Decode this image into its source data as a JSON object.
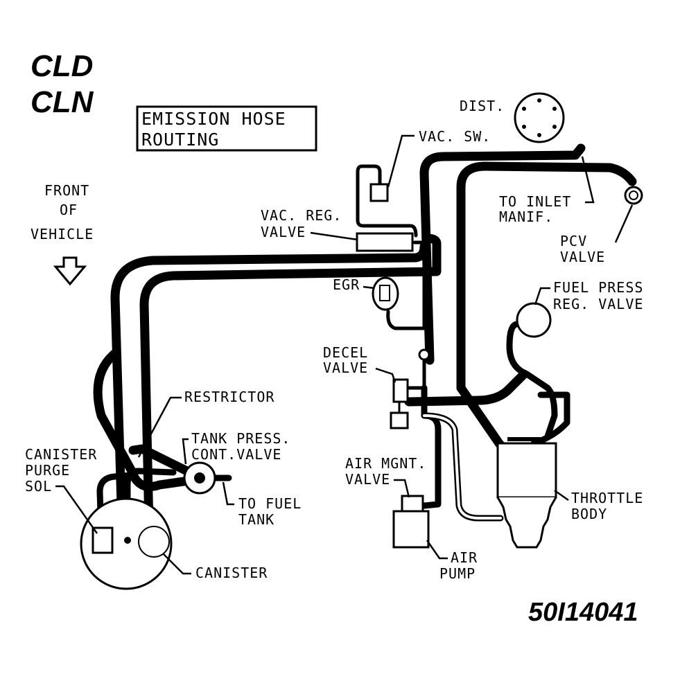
{
  "header": {
    "engine_code_1": "CLD",
    "engine_code_2": "CLN",
    "title_line_1": "EMISSION HOSE",
    "title_line_2": "ROUTING"
  },
  "labels": {
    "front_line_1": "FRONT",
    "front_line_2": "OF",
    "front_line_3": "VEHICLE",
    "dist": "DIST.",
    "vac_sw": "VAC. SW.",
    "vac_reg_line_1": "VAC. REG.",
    "vac_reg_line_2": "VALVE",
    "to_inlet_line_1": "TO INLET",
    "to_inlet_line_2": "MANIF.",
    "pcv_line_1": "PCV",
    "pcv_line_2": "VALVE",
    "egr": "EGR",
    "fuel_press_line_1": "FUEL PRESS",
    "fuel_press_line_2": "REG. VALVE",
    "decel_line_1": "DECEL",
    "decel_line_2": "VALVE",
    "restrictor": "RESTRICTOR",
    "tank_press_line_1": "TANK PRESS.",
    "tank_press_line_2": "CONT.VALVE",
    "canister_purge_line_1": "CANISTER",
    "canister_purge_line_2": "PURGE",
    "canister_purge_line_3": "SOL",
    "to_fuel_line_1": "TO FUEL",
    "to_fuel_line_2": "TANK",
    "air_mgnt_line_1": "AIR MGNT.",
    "air_mgnt_line_2": "VALVE",
    "throttle_line_1": "THROTTLE",
    "throttle_line_2": "BODY",
    "canister": "CANISTER",
    "air_pump_line_1": "AIR",
    "air_pump_line_2": "PUMP"
  },
  "figure_code": "50I14041"
}
